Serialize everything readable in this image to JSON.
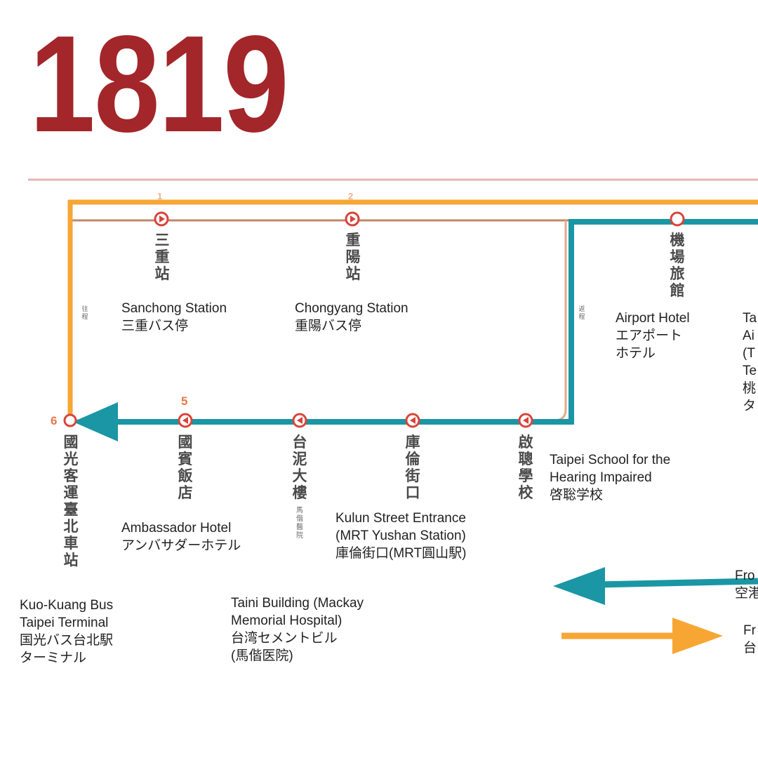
{
  "route": {
    "number": "1819"
  },
  "colors": {
    "title_red": "#a3262a",
    "orange_route": "#f7a634",
    "teal_route": "#1a96a4",
    "stop_red": "#d9443a",
    "brown_line": "#c2876a"
  },
  "stops": [
    {
      "num": "1",
      "zh": "三重站",
      "en": [
        "Sanchong Station",
        "三重バス停"
      ]
    },
    {
      "num": "2",
      "zh": "重陽站",
      "en": [
        "Chongyang Station",
        "重陽バス停"
      ]
    },
    {
      "zh": "機場旅館",
      "en": [
        "Airport Hotel",
        "エアポート",
        "ホテル"
      ]
    },
    {
      "en": [
        "Ta",
        "Ai",
        "(T",
        "Te",
        "桃",
        "タ"
      ]
    },
    {
      "zh": "啟聰學校",
      "en": [
        "Taipei School for the",
        "Hearing Impaired",
        "啓聡学校"
      ]
    },
    {
      "zh": "庫倫街口",
      "en": [
        "Kulun Street Entrance",
        "(MRT Yushan Station)",
        "庫倫街口(MRT圓山駅)"
      ]
    },
    {
      "zh": "台泥大樓",
      "sub": "馬偕醫院",
      "en": [
        "Taini Building (Mackay",
        "Memorial Hospital)",
        "台湾セメントビル",
        "(馬偕医院)"
      ]
    },
    {
      "num": "5",
      "zh": "國賓飯店",
      "en": [
        "Ambassador Hotel",
        "アンバサダーホテル"
      ]
    },
    {
      "num": "6",
      "zh": "國光客運臺北車站",
      "en": [
        "Kuo-Kuang Bus",
        "Taipei Terminal",
        "国光バス台北駅",
        "ターミナル"
      ]
    }
  ],
  "direction_marks": {
    "outbound": "往程",
    "return": "返程"
  },
  "legend": {
    "teal": [
      "Fro",
      "空港"
    ],
    "orange": [
      "Fr",
      "台"
    ]
  }
}
